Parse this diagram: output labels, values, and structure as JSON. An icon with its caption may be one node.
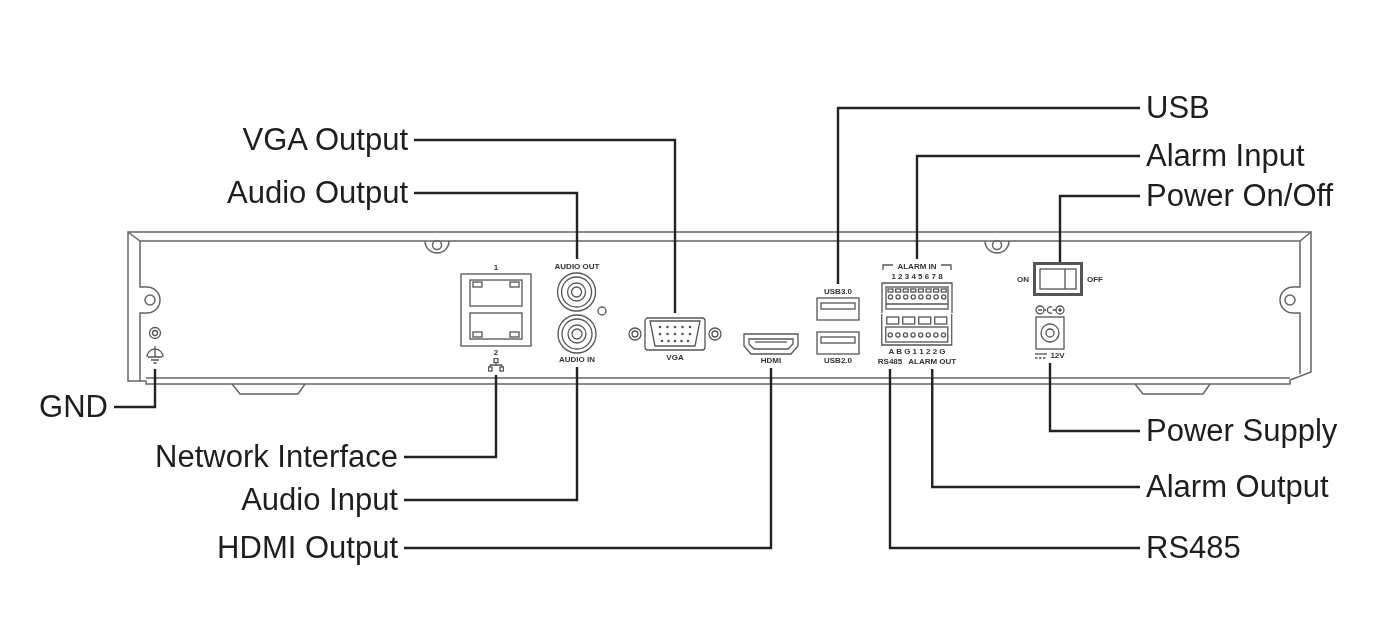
{
  "diagram": {
    "nodes": [
      {
        "text": [
          "USB"
        ]
      },
      {
        "text": [
          "VGA Output"
        ]
      },
      {
        "text": [
          "Alarm Input"
        ]
      },
      {
        "text": [
          "Audio Output"
        ]
      },
      {
        "text": [
          "Power On/Off"
        ]
      },
      {
        "text": [
          "GND"
        ]
      },
      {
        "text": [
          "Power Supply"
        ]
      },
      {
        "text": [
          "Network Interface"
        ]
      },
      {
        "text": [
          "Alarm Output"
        ]
      },
      {
        "text": [
          "Audio Input"
        ]
      },
      {
        "text": [
          "HDMI Output"
        ]
      },
      {
        "text": [
          "RS485"
        ]
      },
      {
        "text": [],
        "shape": "picture"
      },
      {
        "text": [
          "1",
          "2"
        ]
      },
      {
        "text": [
          "AUDIO OUT"
        ]
      },
      {
        "text": [
          "AUDIO IN"
        ]
      },
      {
        "text": [
          "VGA"
        ]
      },
      {
        "text": [
          "HDMI"
        ]
      },
      {
        "text": [
          "USB3.0",
          "USB2.0"
        ]
      },
      {
        "text": [
          "ALARM IN",
          "1 2 3 4 5 6 7 8"
        ]
      },
      {
        "text": [
          "A B G 1 1 2 2 G",
          "RS485",
          "ALARM OUT"
        ]
      },
      {
        "text": [
          "ON",
          "OFF"
        ]
      },
      {
        "text": [
          "12V"
        ]
      }
    ],
    "edges": [
      {
        "from": 0,
        "to": 18,
        "arrow": "none"
      },
      {
        "from": 1,
        "to": 16,
        "arrow": "none"
      },
      {
        "from": 2,
        "to": 19,
        "arrow": "none"
      },
      {
        "from": 3,
        "to": 14,
        "arrow": "none"
      },
      {
        "from": 4,
        "to": 21,
        "arrow": "none"
      },
      {
        "from": 5,
        "to": 12,
        "arrow": "none"
      },
      {
        "from": 6,
        "to": 22,
        "arrow": "none"
      },
      {
        "from": 7,
        "to": 13,
        "arrow": "none"
      },
      {
        "from": 8,
        "to": 20,
        "arrow": "none"
      },
      {
        "from": 9,
        "to": 15,
        "arrow": "none"
      },
      {
        "from": 10,
        "to": 17,
        "arrow": "none"
      },
      {
        "from": 11,
        "to": 20,
        "arrow": "none"
      }
    ]
  }
}
